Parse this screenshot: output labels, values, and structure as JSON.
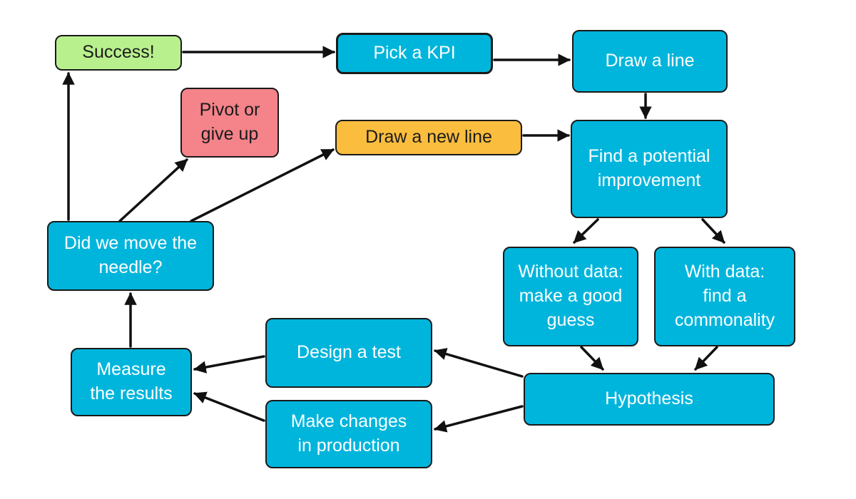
{
  "colors": {
    "process": "#00b5dc",
    "success": "#b9f08e",
    "pivot": "#f4838a",
    "redraw": "#fbbd3e",
    "arrow": "#111111"
  },
  "nodes": {
    "success": "Success!",
    "pick_kpi": "Pick a KPI",
    "draw_line": "Draw a line",
    "pivot": "Pivot or\ngive up",
    "draw_new_line": "Draw a new line",
    "find_improvement": "Find a potential\nimprovement",
    "moved_needle": "Did we move the\nneedle?",
    "without_data": "Without data:\nmake a good\nguess",
    "with_data": "With data:\nfind a\ncommonality",
    "design_test": "Design a test",
    "measure": "Measure\nthe results",
    "hypothesis": "Hypothesis",
    "make_changes": "Make changes\nin production"
  },
  "edges": [
    [
      "success",
      "pick_kpi"
    ],
    [
      "pick_kpi",
      "draw_line"
    ],
    [
      "draw_line",
      "find_improvement"
    ],
    [
      "draw_new_line",
      "find_improvement"
    ],
    [
      "find_improvement",
      "without_data"
    ],
    [
      "find_improvement",
      "with_data"
    ],
    [
      "without_data",
      "hypothesis"
    ],
    [
      "with_data",
      "hypothesis"
    ],
    [
      "hypothesis",
      "design_test"
    ],
    [
      "hypothesis",
      "make_changes"
    ],
    [
      "design_test",
      "measure"
    ],
    [
      "make_changes",
      "measure"
    ],
    [
      "measure",
      "moved_needle"
    ],
    [
      "moved_needle",
      "success"
    ],
    [
      "moved_needle",
      "pivot"
    ],
    [
      "moved_needle",
      "draw_new_line"
    ]
  ]
}
